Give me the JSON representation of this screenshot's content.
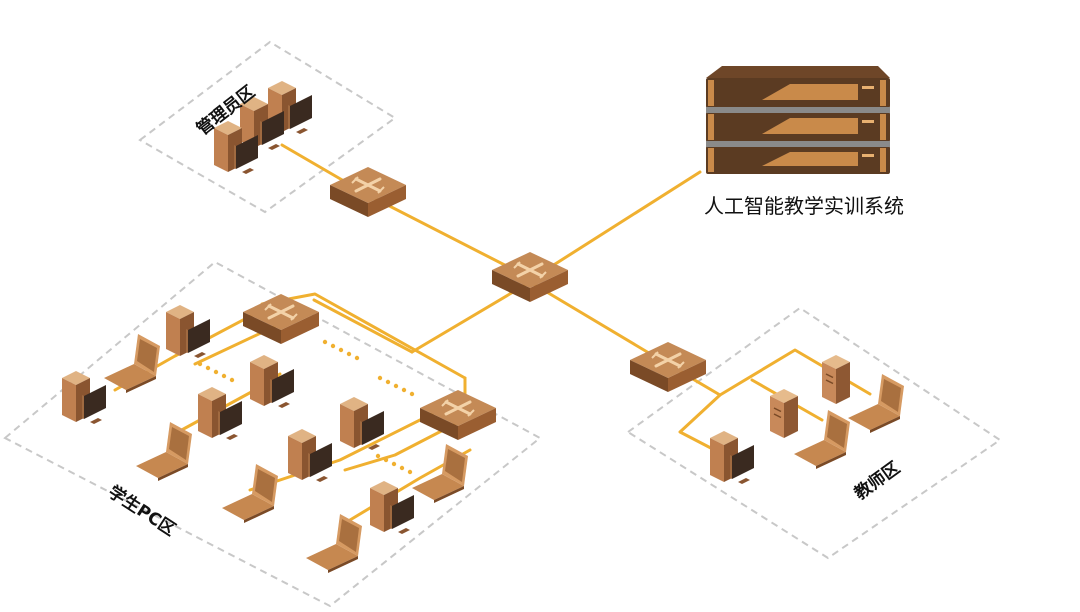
{
  "labels": {
    "admin_zone": "管理员区",
    "student_zone": "学生PC区",
    "teacher_zone": "教师区",
    "server": "人工智能教学实训系统"
  },
  "colors": {
    "link": "#f0b030",
    "zone_border": "#c8c8c8",
    "device_dark": "#7a4a26",
    "device_mid": "#a8693a",
    "device_light": "#d09a66",
    "server_body": "#5b3b22",
    "server_trim": "#c98a4a",
    "text": "#111111"
  },
  "icons": [
    "switch-icon",
    "server-rack-icon",
    "desktop-pc-icon",
    "laptop-icon",
    "tower-server-icon"
  ]
}
